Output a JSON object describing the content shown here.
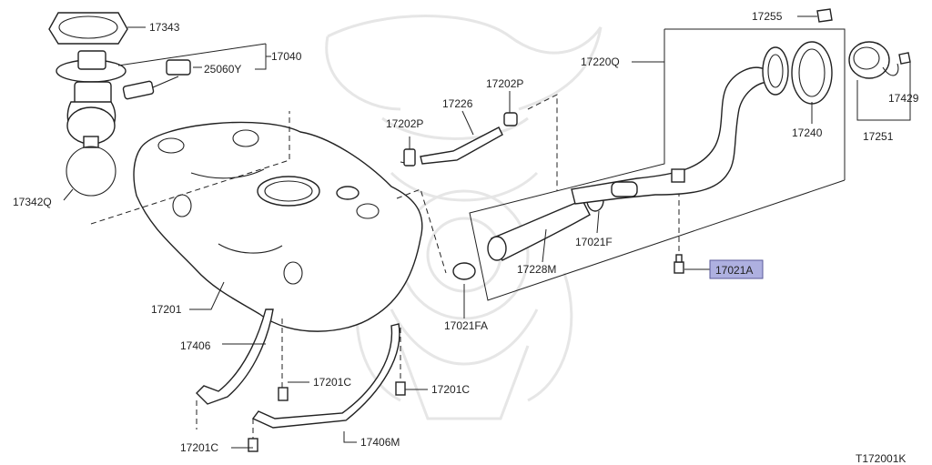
{
  "diagram_code": "T172001K",
  "labels": {
    "p17343": "17343",
    "p17040": "17040",
    "p25060Y": "25060Y",
    "p17342Q": "17342Q",
    "p17202P_a": "17202P",
    "p17202P_b": "17202P",
    "p17226": "17226",
    "p17220Q": "17220Q",
    "p17255": "17255",
    "p17429": "17429",
    "p17240": "17240",
    "p17251": "17251",
    "p17021F": "17021F",
    "p17228M": "17228M",
    "p17021A": "17021A",
    "p17021FA": "17021FA",
    "p17201": "17201",
    "p17406": "17406",
    "p17201C_a": "17201C",
    "p17201C_b": "17201C",
    "p17201C_c": "17201C",
    "p17406M": "17406M"
  },
  "highlighted_part": "17021A",
  "colors": {
    "highlight": "#aeb0e0",
    "line": "#222222"
  }
}
